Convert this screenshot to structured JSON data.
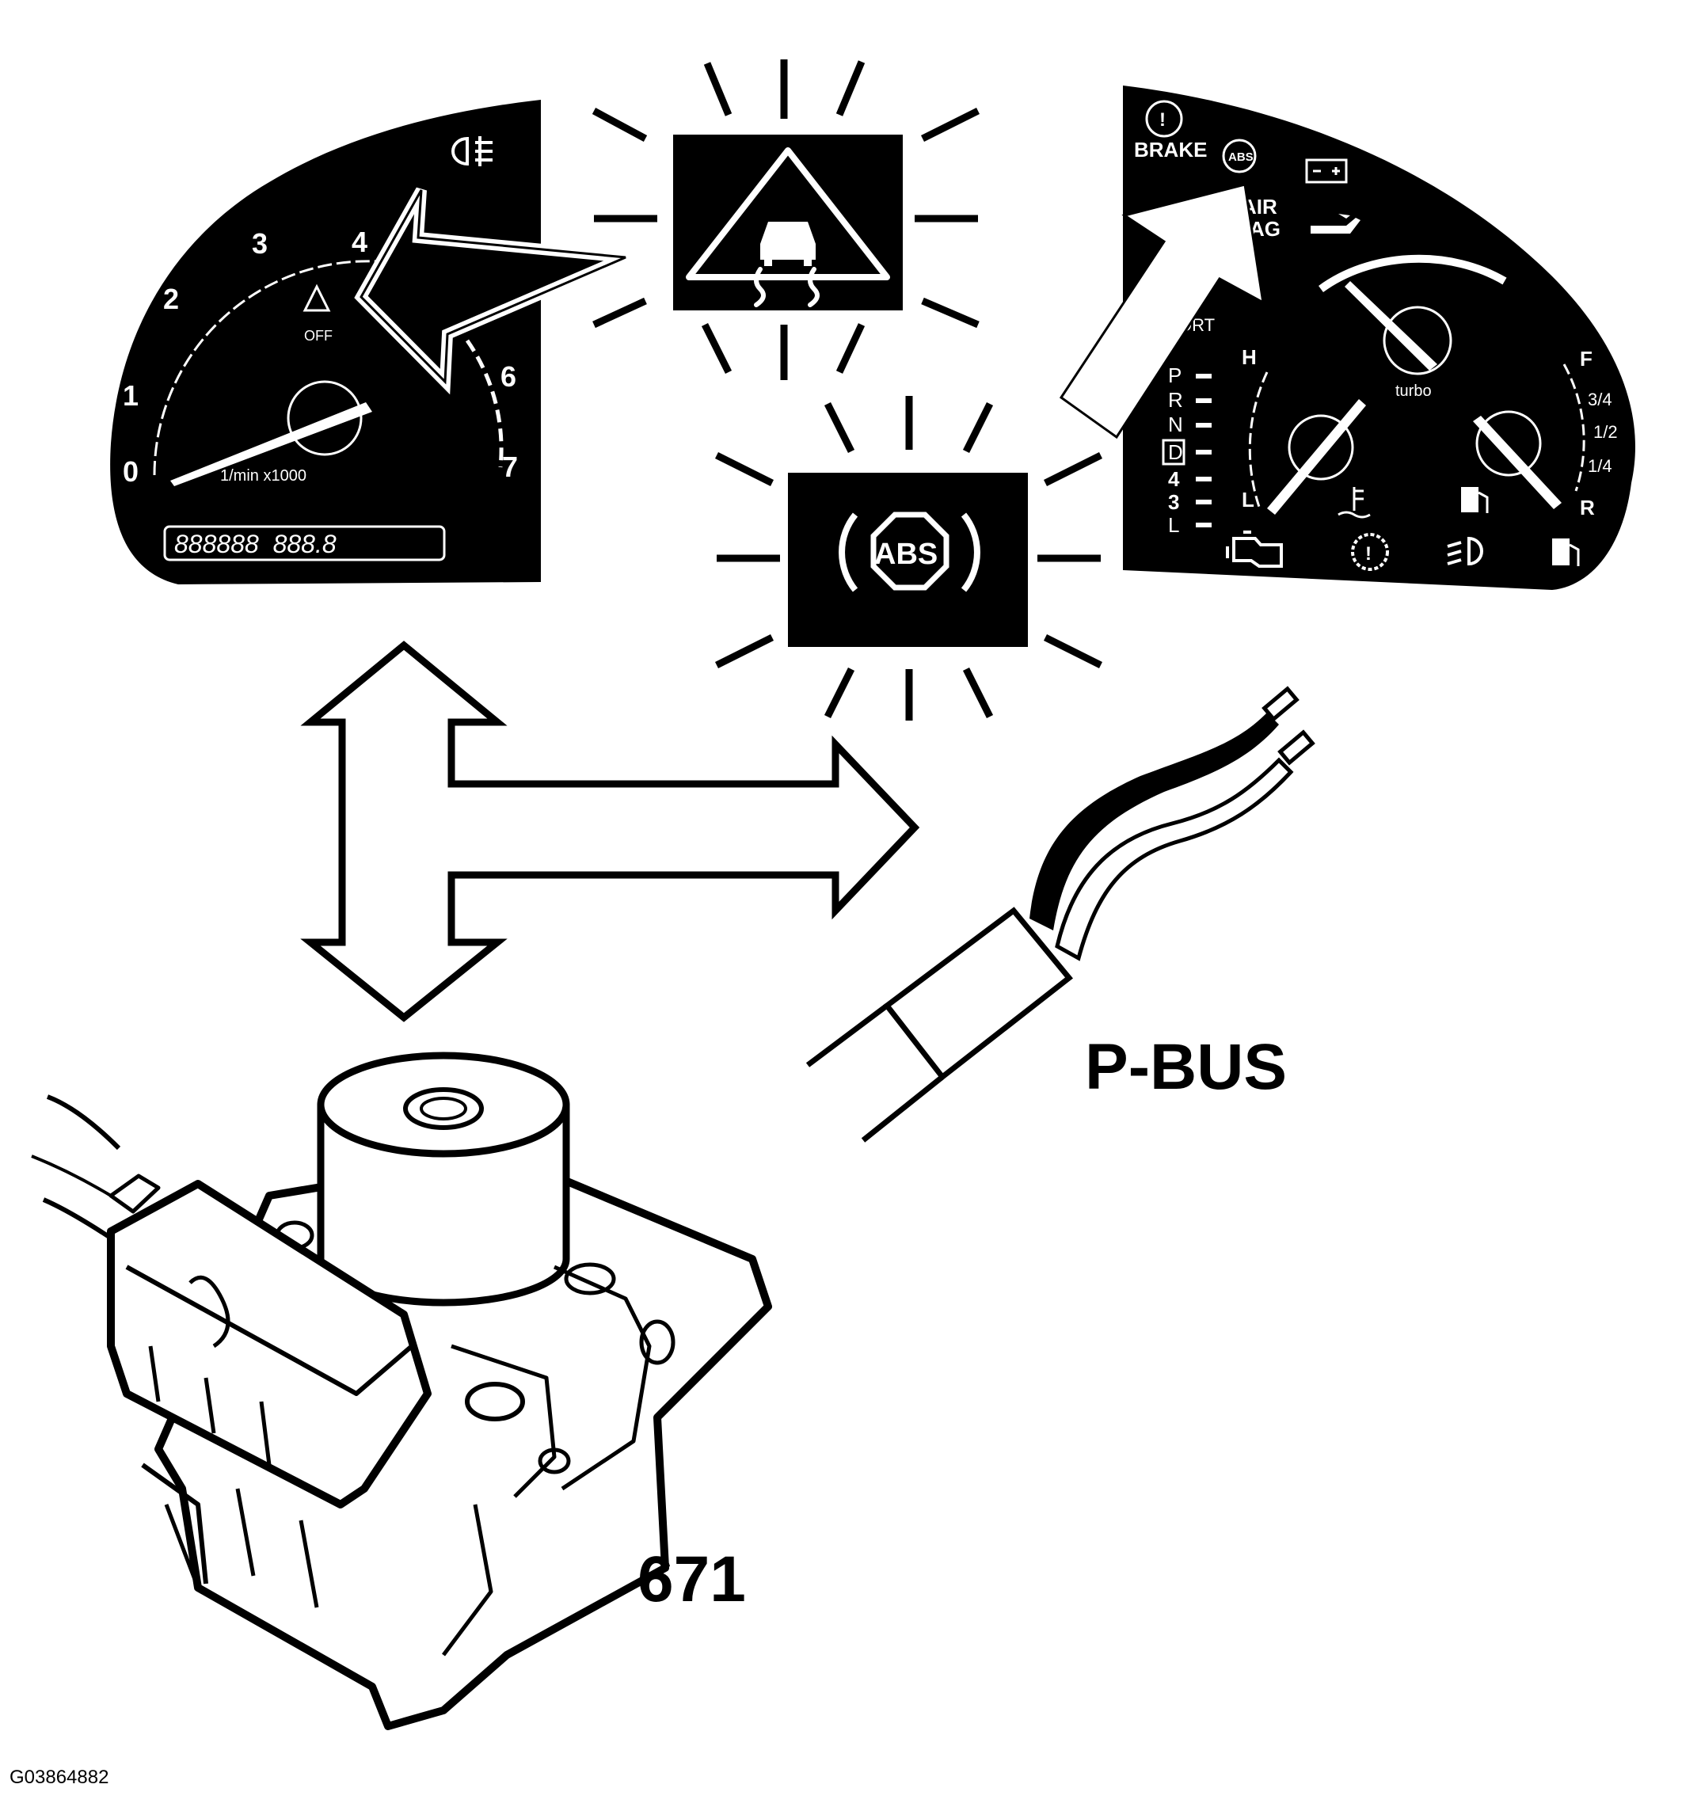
{
  "labels": {
    "bus": "P-BUS",
    "module": "671",
    "figure_id": "G03864882"
  },
  "tach": {
    "numbers": [
      "0",
      "1",
      "2",
      "3",
      "4",
      "6",
      "7"
    ],
    "unit": "1/min x1000",
    "tc_off": "OFF",
    "odometer": "888888  888.8"
  },
  "warning_lamps": {
    "abs": "ABS"
  },
  "right_cluster": {
    "brake": "BRAKE",
    "abs_small": "ABS",
    "airbag_1": "AIR",
    "airbag_2": "AG",
    "sport": "ORT",
    "prnd": [
      "P",
      "R",
      "N",
      "D",
      "4",
      "3",
      "L"
    ],
    "temp_h": "H",
    "temp_l": "L",
    "turbo": "turbo",
    "fuel_f": "F",
    "fuel_34": "3/4",
    "fuel_12": "1/2",
    "fuel_14": "1/4",
    "fuel_r": "R"
  },
  "colors": {
    "ink": "#000000",
    "paper": "#ffffff"
  }
}
